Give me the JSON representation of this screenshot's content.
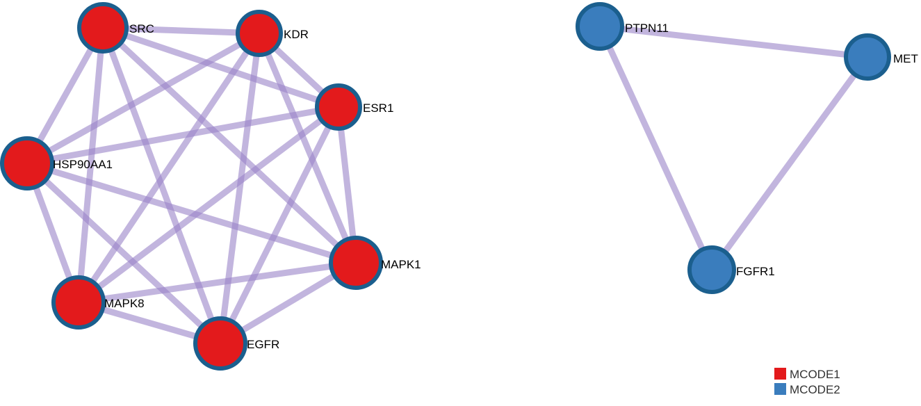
{
  "colors": {
    "edge": "#9a83c8",
    "node_stroke": "#1b5f8e",
    "mcode1_fill": "#e31a1c",
    "mcode2_fill": "#3a7dbd"
  },
  "clusters": [
    {
      "name": "MCODE1",
      "nodes": [
        {
          "id": "SRC",
          "label": "SRC"
        },
        {
          "id": "KDR",
          "label": "KDR"
        },
        {
          "id": "ESR1",
          "label": "ESR1"
        },
        {
          "id": "HSP90AA1",
          "label": "HSP90AA1"
        },
        {
          "id": "MAPK1",
          "label": "MAPK1"
        },
        {
          "id": "MAPK8",
          "label": "MAPK8"
        },
        {
          "id": "EGFR",
          "label": "EGFR"
        }
      ]
    },
    {
      "name": "MCODE2",
      "nodes": [
        {
          "id": "PTPN11",
          "label": "PTPN11"
        },
        {
          "id": "MET",
          "label": "MET"
        },
        {
          "id": "FGFR1",
          "label": "FGFR1"
        }
      ]
    }
  ],
  "edges": [
    [
      "SRC",
      "KDR"
    ],
    [
      "SRC",
      "ESR1"
    ],
    [
      "SRC",
      "HSP90AA1"
    ],
    [
      "SRC",
      "MAPK1"
    ],
    [
      "SRC",
      "MAPK8"
    ],
    [
      "SRC",
      "EGFR"
    ],
    [
      "KDR",
      "ESR1"
    ],
    [
      "KDR",
      "HSP90AA1"
    ],
    [
      "KDR",
      "MAPK1"
    ],
    [
      "KDR",
      "MAPK8"
    ],
    [
      "KDR",
      "EGFR"
    ],
    [
      "ESR1",
      "HSP90AA1"
    ],
    [
      "ESR1",
      "MAPK1"
    ],
    [
      "ESR1",
      "MAPK8"
    ],
    [
      "ESR1",
      "EGFR"
    ],
    [
      "HSP90AA1",
      "MAPK1"
    ],
    [
      "HSP90AA1",
      "MAPK8"
    ],
    [
      "HSP90AA1",
      "EGFR"
    ],
    [
      "MAPK1",
      "MAPK8"
    ],
    [
      "MAPK1",
      "EGFR"
    ],
    [
      "MAPK8",
      "EGFR"
    ],
    [
      "PTPN11",
      "MET"
    ],
    [
      "PTPN11",
      "FGFR1"
    ],
    [
      "MET",
      "FGFR1"
    ]
  ],
  "legend": [
    {
      "label": "MCODE1",
      "color": "#e31a1c"
    },
    {
      "label": "MCODE2",
      "color": "#3a7dbd"
    }
  ]
}
